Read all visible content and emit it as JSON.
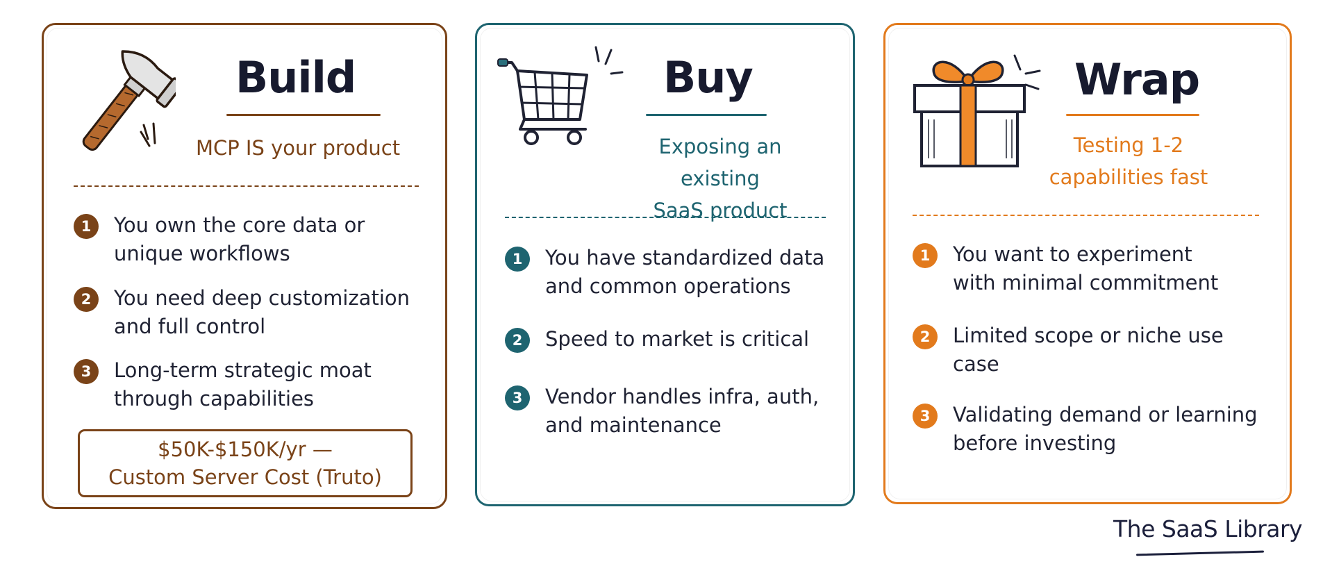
{
  "colors": {
    "build": "#7a4318",
    "buy": "#1e6470",
    "wrap": "#e27a1c",
    "ink": "#1f2233"
  },
  "cards": [
    {
      "title": "Build",
      "subtitle": [
        "MCP IS your product"
      ],
      "icon": "hammer-icon",
      "items": [
        {
          "num": "1",
          "text": [
            "You own the core data or",
            "unique workflows"
          ]
        },
        {
          "num": "2",
          "text": [
            "You need deep customization",
            "and full control"
          ]
        },
        {
          "num": "3",
          "text": [
            "Long-term strategic moat",
            "through capabilities"
          ]
        }
      ],
      "cost": {
        "line1": "$50K-$150K/yr —",
        "line2": "Custom Server Cost (Truto)"
      }
    },
    {
      "title": "Buy",
      "subtitle": [
        "Exposing an existing",
        "SaaS product"
      ],
      "icon": "shopping-cart-icon",
      "items": [
        {
          "num": "1",
          "text": [
            "You have standardized data",
            "and common operations"
          ]
        },
        {
          "num": "2",
          "text": [
            "Speed to market is critical"
          ]
        },
        {
          "num": "3",
          "text": [
            "Vendor handles infra, auth,",
            "and maintenance"
          ]
        }
      ]
    },
    {
      "title": "Wrap",
      "subtitle": [
        "Testing 1-2",
        "capabilities fast"
      ],
      "icon": "gift-box-icon",
      "items": [
        {
          "num": "1",
          "text": [
            "You want to experiment",
            "with minimal commitment"
          ]
        },
        {
          "num": "2",
          "text": [
            "Limited scope or niche use",
            "case"
          ]
        },
        {
          "num": "3",
          "text": [
            "Validating demand or learning",
            "before investing"
          ]
        }
      ]
    }
  ],
  "brand": "The SaaS Library"
}
